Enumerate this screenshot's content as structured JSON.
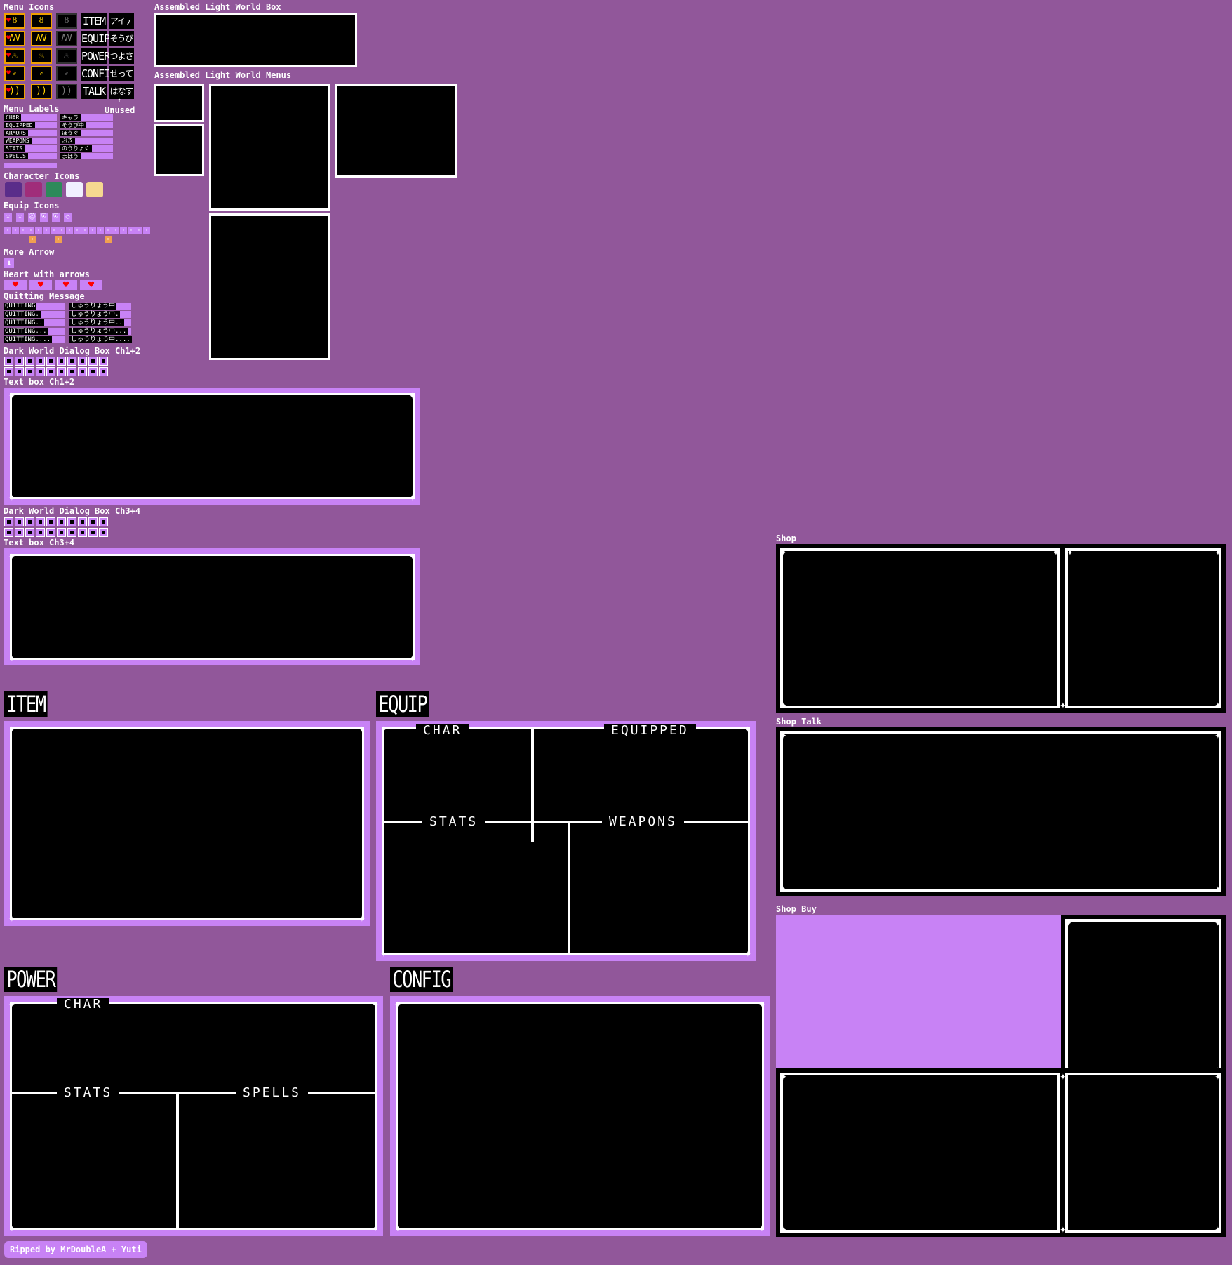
{
  "sections": {
    "menu_icons": "Menu Icons",
    "assembled_box": "Assembled Light World Box",
    "assembled_menus": "Assembled Light World Menus",
    "menu_labels": "Menu Labels",
    "unused": "Unused",
    "character_icons": "Character Icons",
    "equip_icons": "Equip Icons",
    "more_arrow": "More Arrow",
    "heart_arrows": "Heart with arrows",
    "quitting": "Quitting Message",
    "dialog12": "Dark World Dialog Box Ch1+2",
    "textbox12": "Text box Ch1+2",
    "dialog34": "Dark World Dialog Box Ch3+4",
    "textbox34": "Text box Ch3+4",
    "shop": "Shop",
    "shop_talk": "Shop Talk",
    "shop_buy": "Shop Buy"
  },
  "menu_words": [
    {
      "en": "ITEM",
      "jp": "アイテム"
    },
    {
      "en": "EQUIP",
      "jp": "そうび"
    },
    {
      "en": "POWER",
      "jp": "つよさ"
    },
    {
      "en": "CONFIG",
      "jp": "せってい"
    },
    {
      "en": "TALK",
      "jp": "はなす"
    }
  ],
  "menu_icon_glyphs": [
    "ȣ",
    "ꟿ",
    "♨",
    "⸗",
    "))"
  ],
  "labels_en": [
    "CHAR",
    "EQUIPPED",
    "ARMORS",
    "WEAPONS",
    "STATS",
    "SPELLS"
  ],
  "labels_jp": [
    "キャラ",
    "そうび中",
    "ぼうぐ",
    "ぶき",
    "のうりょく",
    "まほう"
  ],
  "quitting_en": [
    "QUITTING",
    "QUITTING.",
    "QUITTING..",
    "QUITTING...",
    "QUITTING...."
  ],
  "quitting_jp": [
    "しゅうりょう中",
    "しゅうりょう中.",
    "しゅうりょう中..",
    "しゅうりょう中...",
    "しゅうりょう中...."
  ],
  "big_titles": {
    "item": "ITEM",
    "equip": "EQUIP",
    "power": "POWER",
    "config": "CONFIG"
  },
  "equip_menu": {
    "char": "CHAR",
    "equipped": "EQUIPPED",
    "stats": "STATS",
    "weapons": "WEAPONS"
  },
  "power_menu": {
    "char": "CHAR",
    "stats": "STATS",
    "spells": "SPELLS"
  },
  "credit": "Ripped by MrDoubleA + Yuti",
  "colors": {
    "background": "#91579a",
    "accent": "#c882f5",
    "heart": "#ff0000",
    "icon_border": "#f0a000"
  }
}
